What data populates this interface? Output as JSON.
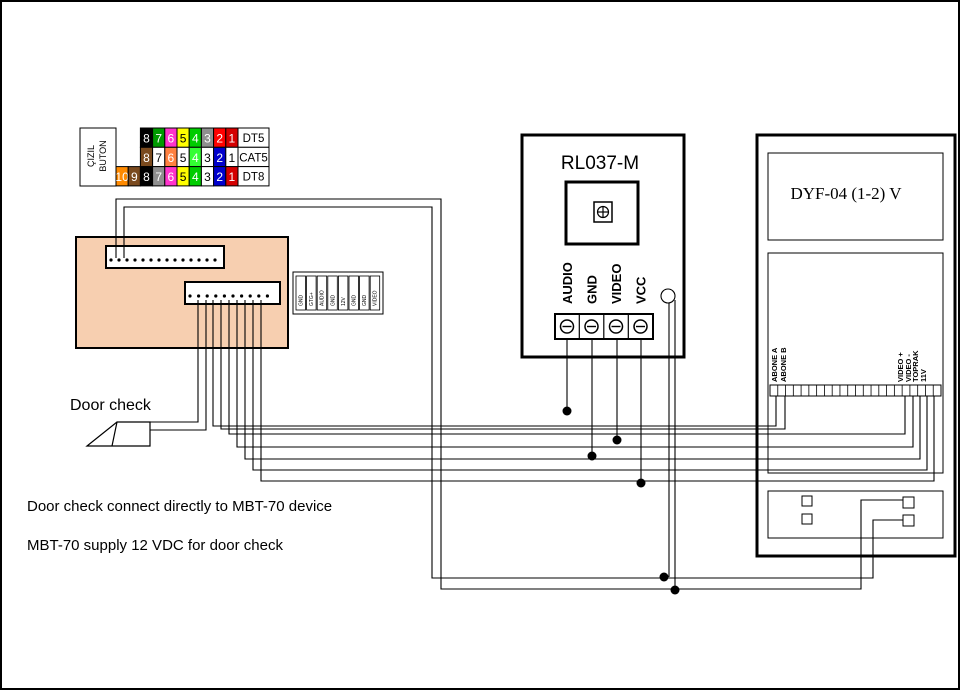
{
  "color_table": {
    "side_label_1": "ÇIZIL",
    "side_label_2": "BUTON",
    "rows": [
      {
        "name": "DT5",
        "cells": [
          {
            "text": "8",
            "bg": "#000000",
            "fg": "#ffffff"
          },
          {
            "text": "7",
            "bg": "#009a00",
            "fg": "#ffffff"
          },
          {
            "text": "6",
            "bg": "#ff33cc",
            "fg": "#ffffff"
          },
          {
            "text": "5",
            "bg": "#ffff00",
            "fg": "#000000"
          },
          {
            "text": "4",
            "bg": "#00cc00",
            "fg": "#ffffff"
          },
          {
            "text": "3",
            "bg": "#8f8f8f",
            "fg": "#ffffff"
          },
          {
            "text": "2",
            "bg": "#ff0000",
            "fg": "#ffffff"
          },
          {
            "text": "1",
            "bg": "#d40000",
            "fg": "#ffffff"
          }
        ]
      },
      {
        "name": "CAT5",
        "cells": [
          {
            "text": "8",
            "bg": "#7a4a1e",
            "fg": "#ffffff"
          },
          {
            "text": "7",
            "bg": "#ffffff",
            "fg": "#000000"
          },
          {
            "text": "6",
            "bg": "#ff8040",
            "fg": "#ffffff"
          },
          {
            "text": "5",
            "bg": "#ffffff",
            "fg": "#000000"
          },
          {
            "text": "4",
            "bg": "#33ff33",
            "fg": "#ffffff"
          },
          {
            "text": "3",
            "bg": "#ffffff",
            "fg": "#000000"
          },
          {
            "text": "2",
            "bg": "#0000cc",
            "fg": "#ffffff"
          },
          {
            "text": "1",
            "bg": "#ffffff",
            "fg": "#000000"
          }
        ]
      },
      {
        "name": "DT8",
        "cells": [
          {
            "text": "10",
            "bg": "#ff8a00",
            "fg": "#ffffff"
          },
          {
            "text": "9",
            "bg": "#7a4a1e",
            "fg": "#ffffff"
          },
          {
            "text": "8",
            "bg": "#000000",
            "fg": "#ffffff"
          },
          {
            "text": "7",
            "bg": "#8f8f8f",
            "fg": "#ffffff"
          },
          {
            "text": "6",
            "bg": "#ff33cc",
            "fg": "#ffffff"
          },
          {
            "text": "5",
            "bg": "#ffff00",
            "fg": "#000000"
          },
          {
            "text": "4",
            "bg": "#00cc00",
            "fg": "#ffffff"
          },
          {
            "text": "3",
            "bg": "#ffffff",
            "fg": "#000000"
          },
          {
            "text": "2",
            "bg": "#0000cc",
            "fg": "#ffffff"
          },
          {
            "text": "1",
            "bg": "#d40000",
            "fg": "#ffffff"
          }
        ]
      }
    ]
  },
  "mbt_device": {
    "fill_color": "#f7cfb0",
    "pin_labels": [
      "GND",
      "GTG+",
      "AUDIO",
      "GND",
      "12V",
      "GND",
      "GND",
      "VIDEO"
    ]
  },
  "rl037": {
    "title": "RL037-M",
    "terminals": [
      "AUDIO",
      "GND",
      "VIDEO",
      "VCC"
    ]
  },
  "dyf": {
    "title": "DYF-04 (1-2) V",
    "terminals_left": [
      "ABONE A",
      "ABONE B"
    ],
    "terminals_right": [
      "VIDEO +",
      "VIDEO -",
      "TOPRAK",
      "11V"
    ]
  },
  "door_check_label": "Door check",
  "notes": [
    "Door check connect directly to MBT-70 device",
    "MBT-70 supply 12 VDC for door check"
  ]
}
